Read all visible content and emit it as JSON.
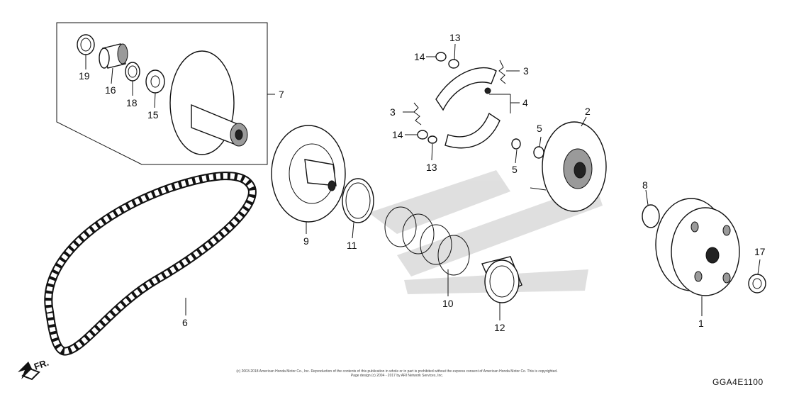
{
  "callouts": {
    "c1": "1",
    "c2": "2",
    "c3a": "3",
    "c3b": "3",
    "c4": "4",
    "c5a": "5",
    "c5b": "5",
    "c6": "6",
    "c7": "7",
    "c8": "8",
    "c9": "9",
    "c10": "10",
    "c11": "11",
    "c12": "12",
    "c13a": "13",
    "c13b": "13",
    "c14a": "14",
    "c14b": "14",
    "c15": "15",
    "c16": "16",
    "c17": "17",
    "c18": "18",
    "c19": "19"
  },
  "front_label": "FR.",
  "drawing_code": "GGA4E1100",
  "copyright": "(c) 2003-2018 American Honda Motor Co., Inc. Reproduction of the contents of this publication in whole or in part is prohibited without the express consent of American Honda Motor Co. This is copyrighted.\nPage design (c) 2004 - 2017 by ARI Network Services, Inc."
}
